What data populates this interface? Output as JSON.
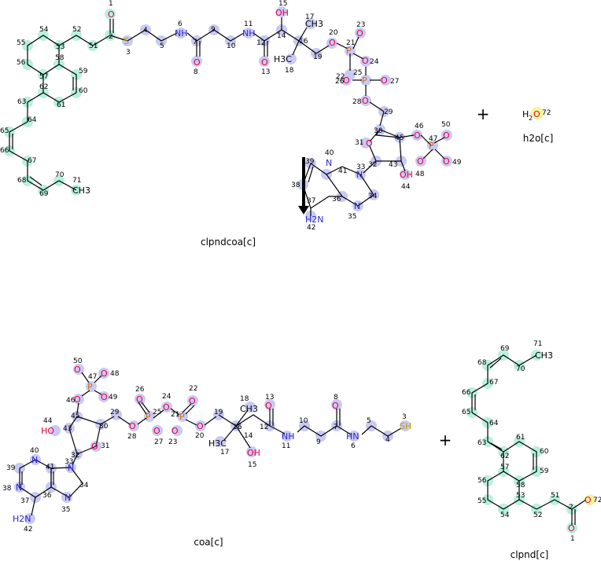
{
  "reaction": {
    "reactants": [
      {
        "id": "clpndcoa",
        "label": "clpndcoa[c]"
      },
      {
        "id": "h2o",
        "label": "h2o[c]",
        "formula_main": "H2O",
        "atom_number": "72"
      }
    ],
    "products": [
      {
        "id": "coa",
        "label": "coa[c]"
      },
      {
        "id": "clpnd",
        "label": "clpnd[c]"
      }
    ],
    "plus_sign": "+"
  },
  "colors": {
    "carbon_highlight": "#b8f0dc",
    "coa_highlight": "#c9c9f5",
    "water_highlight": "#f4f59a",
    "oxygen": "#e8003a",
    "nitrogen": "#2a2ad0",
    "sulfur": "#b8a000",
    "phosphorus": "#d07000"
  }
}
